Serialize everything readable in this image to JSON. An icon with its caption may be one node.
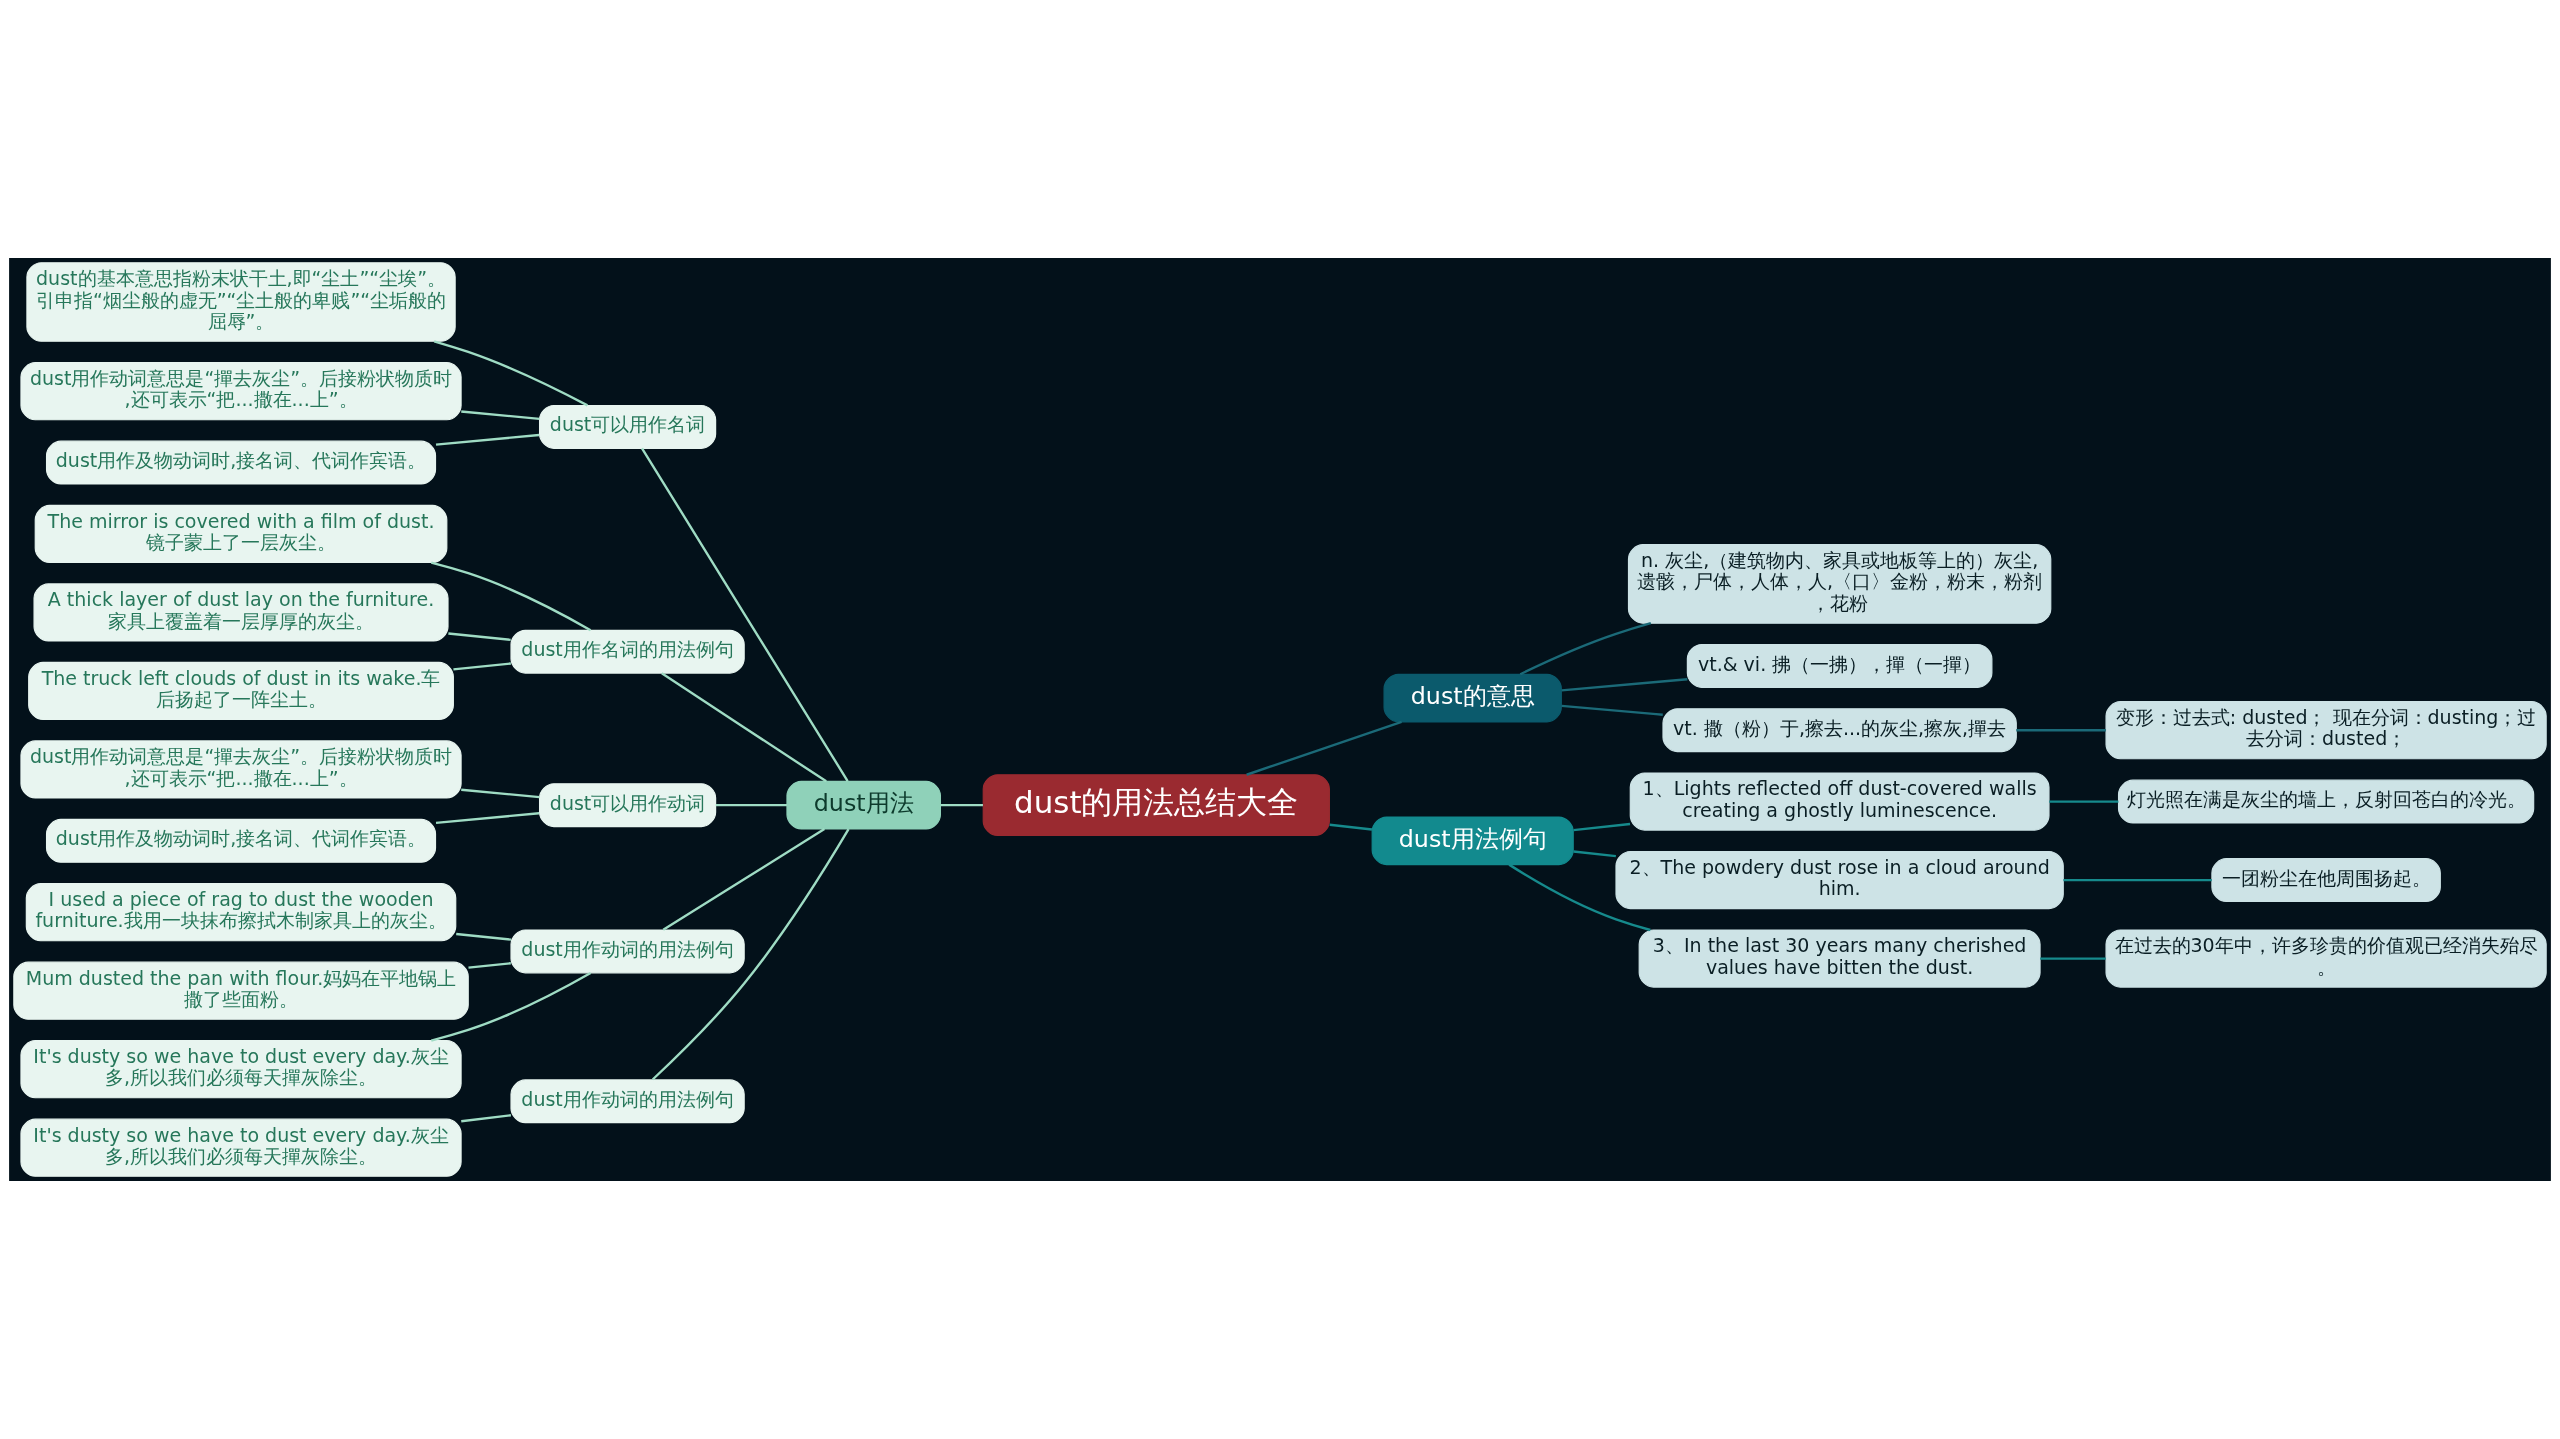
{
  "diagram": {
    "nodes": [
      {
        "text": [
          "dust的用法总结大全"
        ]
      },
      {
        "text": [
          "dust用法"
        ]
      },
      {
        "text": [
          "dust可以用作名词"
        ]
      },
      {
        "text": [
          "dust的基本意思指粉末状干土,即“尘土”“尘埃”。引申指“烟尘般的虚无”“尘土般的卑贱”“尘垢般的屈辱”。"
        ]
      },
      {
        "text": [
          "dust用作动词意思是“撣去灰尘”。后接粉状物质时,还可表示“把...撒在...上”。"
        ]
      },
      {
        "text": [
          "dust用作及物动词时,接名词、代词作宾语。"
        ]
      },
      {
        "text": [
          "dust用作名词的用法例句"
        ]
      },
      {
        "text": [
          "The mirror is covered with a film of dust. 镜子蒙上了一层灰尘。"
        ]
      },
      {
        "text": [
          "A thick layer of dust lay on the furniture. 家具上覆盖着一层厚厚的灰尘。"
        ]
      },
      {
        "text": [
          "The truck left clouds of dust in its wake.车后扬起了一阵尘土。"
        ]
      },
      {
        "text": [
          "dust可以用作动词"
        ]
      },
      {
        "text": [
          "dust用作动词意思是“撣去灰尘”。后接粉状物质时,还可表示“把...撒在...上”。"
        ]
      },
      {
        "text": [
          "dust用作及物动词时,接名词、代词作宾语。"
        ]
      },
      {
        "text": [
          "dust用作动词的用法例句"
        ]
      },
      {
        "text": [
          "I used a piece of rag to dust the wooden furniture.我用一块抹布擦拭木制家具上的灰尘。"
        ]
      },
      {
        "text": [
          "Mum dusted the pan with flour.妈妈在平地锅上撒了些面粉。"
        ]
      },
      {
        "text": [
          "It's dusty so we have to dust every day.灰尘多,所以我们必须每天撣灰除尘。"
        ]
      },
      {
        "text": [
          "dust用作动词的用法例句"
        ]
      },
      {
        "text": [
          "It's dusty so we have to dust every day.灰尘多,所以我们必须每天撣灰除尘。"
        ]
      },
      {
        "text": [
          "dust的意思"
        ]
      },
      {
        "text": [
          "n. 灰尘,（建筑物内、家具或地板等上的）灰尘,遗骸，尸体，人体，人,〈口〉金粉，粉末，粉剂，花粉"
        ]
      },
      {
        "text": [
          "vt.& vi. 拂（一拂），撣（一撣）"
        ]
      },
      {
        "text": [
          "vt. 撒（粉）于,擦去...的灰尘,擦灰,撣去"
        ]
      },
      {
        "text": [
          "变形：过去式: dusted； 现在分词：dusting；过去分词：dusted；"
        ]
      },
      {
        "text": [
          "dust用法例句"
        ]
      },
      {
        "text": [
          "1、Lights reflected off dust-covered walls creating a ghostly luminescence."
        ]
      },
      {
        "text": [
          "灯光照在满是灰尘的墙上，反射回苍白的冷光。"
        ]
      },
      {
        "text": [
          "2、The powdery dust rose in a cloud around him."
        ]
      },
      {
        "text": [
          "一团粉尘在他周围扬起。"
        ]
      },
      {
        "text": [
          "3、In the last 30 years many cherished values have bitten the dust."
        ]
      },
      {
        "text": [
          "在过去的30年中，许多珍贵的价值观已经消失殆尽。"
        ]
      }
    ],
    "edges": [
      {
        "from": 0,
        "to": 1,
        "arrow": "none"
      },
      {
        "from": 1,
        "to": 2,
        "arrow": "none"
      },
      {
        "from": 2,
        "to": 3,
        "arrow": "none"
      },
      {
        "from": 2,
        "to": 4,
        "arrow": "none"
      },
      {
        "from": 2,
        "to": 5,
        "arrow": "none"
      },
      {
        "from": 1,
        "to": 6,
        "arrow": "none"
      },
      {
        "from": 6,
        "to": 7,
        "arrow": "none"
      },
      {
        "from": 6,
        "to": 8,
        "arrow": "none"
      },
      {
        "from": 6,
        "to": 9,
        "arrow": "none"
      },
      {
        "from": 1,
        "to": 10,
        "arrow": "none"
      },
      {
        "from": 10,
        "to": 11,
        "arrow": "none"
      },
      {
        "from": 10,
        "to": 12,
        "arrow": "none"
      },
      {
        "from": 1,
        "to": 13,
        "arrow": "none"
      },
      {
        "from": 13,
        "to": 14,
        "arrow": "none"
      },
      {
        "from": 13,
        "to": 15,
        "arrow": "none"
      },
      {
        "from": 13,
        "to": 16,
        "arrow": "none"
      },
      {
        "from": 1,
        "to": 17,
        "arrow": "none"
      },
      {
        "from": 17,
        "to": 18,
        "arrow": "none"
      },
      {
        "from": 0,
        "to": 19,
        "arrow": "none",
        "color": "#1b6a78"
      },
      {
        "from": 19,
        "to": 20,
        "arrow": "none",
        "color": "#1b6a78"
      },
      {
        "from": 19,
        "to": 21,
        "arrow": "none",
        "color": "#1b6a78"
      },
      {
        "from": 19,
        "to": 22,
        "arrow": "none",
        "color": "#1b6a78"
      },
      {
        "from": 22,
        "to": 23,
        "arrow": "none",
        "color": "#1b6a78"
      },
      {
        "from": 0,
        "to": 24,
        "arrow": "none",
        "color": "#168a8c"
      },
      {
        "from": 24,
        "to": 25,
        "arrow": "none",
        "color": "#168a8c"
      },
      {
        "from": 25,
        "to": 26,
        "arrow": "none",
        "color": "#168a8c"
      },
      {
        "from": 24,
        "to": 27,
        "arrow": "none",
        "color": "#168a8c"
      },
      {
        "from": 27,
        "to": 28,
        "arrow": "none",
        "color": "#168a8c"
      },
      {
        "from": 24,
        "to": 29,
        "arrow": "none",
        "color": "#168a8c"
      },
      {
        "from": 29,
        "to": 30,
        "arrow": "none",
        "color": "#168a8c"
      }
    ]
  }
}
